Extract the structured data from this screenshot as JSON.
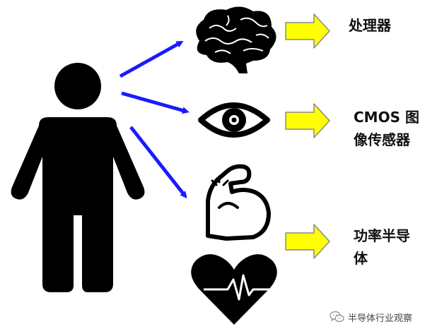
{
  "labels": {
    "processor": "处理器",
    "cmos_line1": "CMOS 图",
    "cmos_line2": "像传感器",
    "power_line1": "功率半导",
    "power_line2": "体"
  },
  "watermark": {
    "text": "半导体行业观察",
    "icon": "wechat-icon"
  },
  "icons": {
    "person": "person-icon",
    "brain": "brain-icon",
    "eye": "eye-icon",
    "muscle": "flexed-arm-icon",
    "heart": "heartbeat-icon"
  },
  "colors": {
    "connector_arrow": "#1a1aff",
    "pointer_arrow_fill": "#ffff00",
    "pointer_arrow_stroke": "#8a8a8a",
    "icon": "#000000"
  }
}
